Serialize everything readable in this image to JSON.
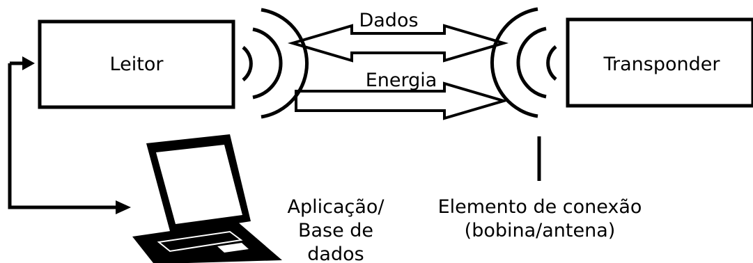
{
  "blocks": {
    "reader": "Leitor",
    "transponder": "Transponder"
  },
  "arrows": {
    "data": "Dados",
    "energy": "Energia"
  },
  "application": {
    "line1": "Aplicação/",
    "line2": "Base de",
    "line3": "dados"
  },
  "coupling": {
    "line1": "Elemento de conexão",
    "line2": "(bobina/antena)"
  },
  "colors": {
    "ink": "#000000",
    "background": "#ffffff"
  }
}
